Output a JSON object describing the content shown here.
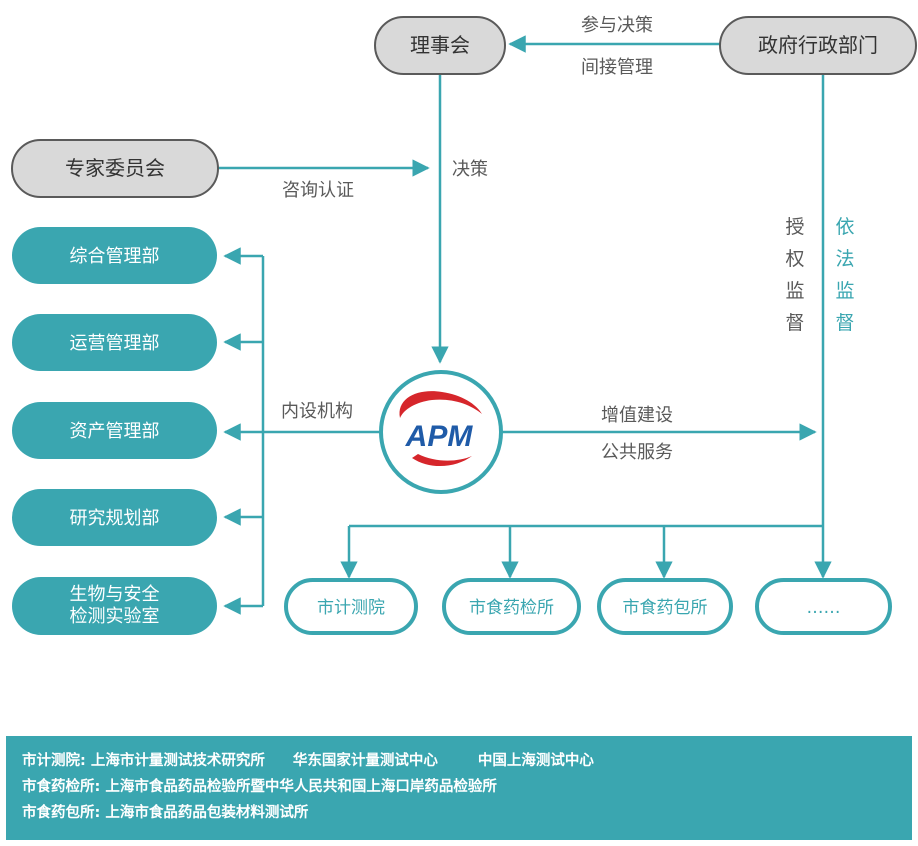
{
  "top": {
    "board": "理事会",
    "government": "政府行政部门",
    "gov_to_board_top": "参与决策",
    "gov_to_board_bottom": "间接管理",
    "expert": "专家委员会",
    "consult": "咨询认证",
    "decision": "决策",
    "authorized_supervision": "授权监督",
    "legal_supervision": "依法监督"
  },
  "center": {
    "logo_text": "APM",
    "internal": "内设机构",
    "value_top": "增值建设",
    "value_bottom": "公共服务"
  },
  "departments": [
    "综合管理部",
    "运营管理部",
    "资产管理部",
    "研究规划部",
    "生物与安全\n检测实验室"
  ],
  "units": [
    "市计测院",
    "市食药检所",
    "市食药包所",
    "……"
  ],
  "notes": {
    "line1": [
      "市计测院: 上海市计量测试技术研究所",
      "华东国家计量测试中心",
      "中国上海测试中心"
    ],
    "line2": "市食药检所: 上海市食品药品检验所暨中华人民共和国上海口岸药品检验所",
    "line3": "市食药包所: 上海市食品药品包装材料测试所"
  },
  "colors": {
    "teal": "#3aa6b0",
    "gray_fill": "#d9d9d9",
    "gray_stroke": "#5a5a5a",
    "logo_red": "#d6262b",
    "logo_blue": "#1f5ba8"
  }
}
